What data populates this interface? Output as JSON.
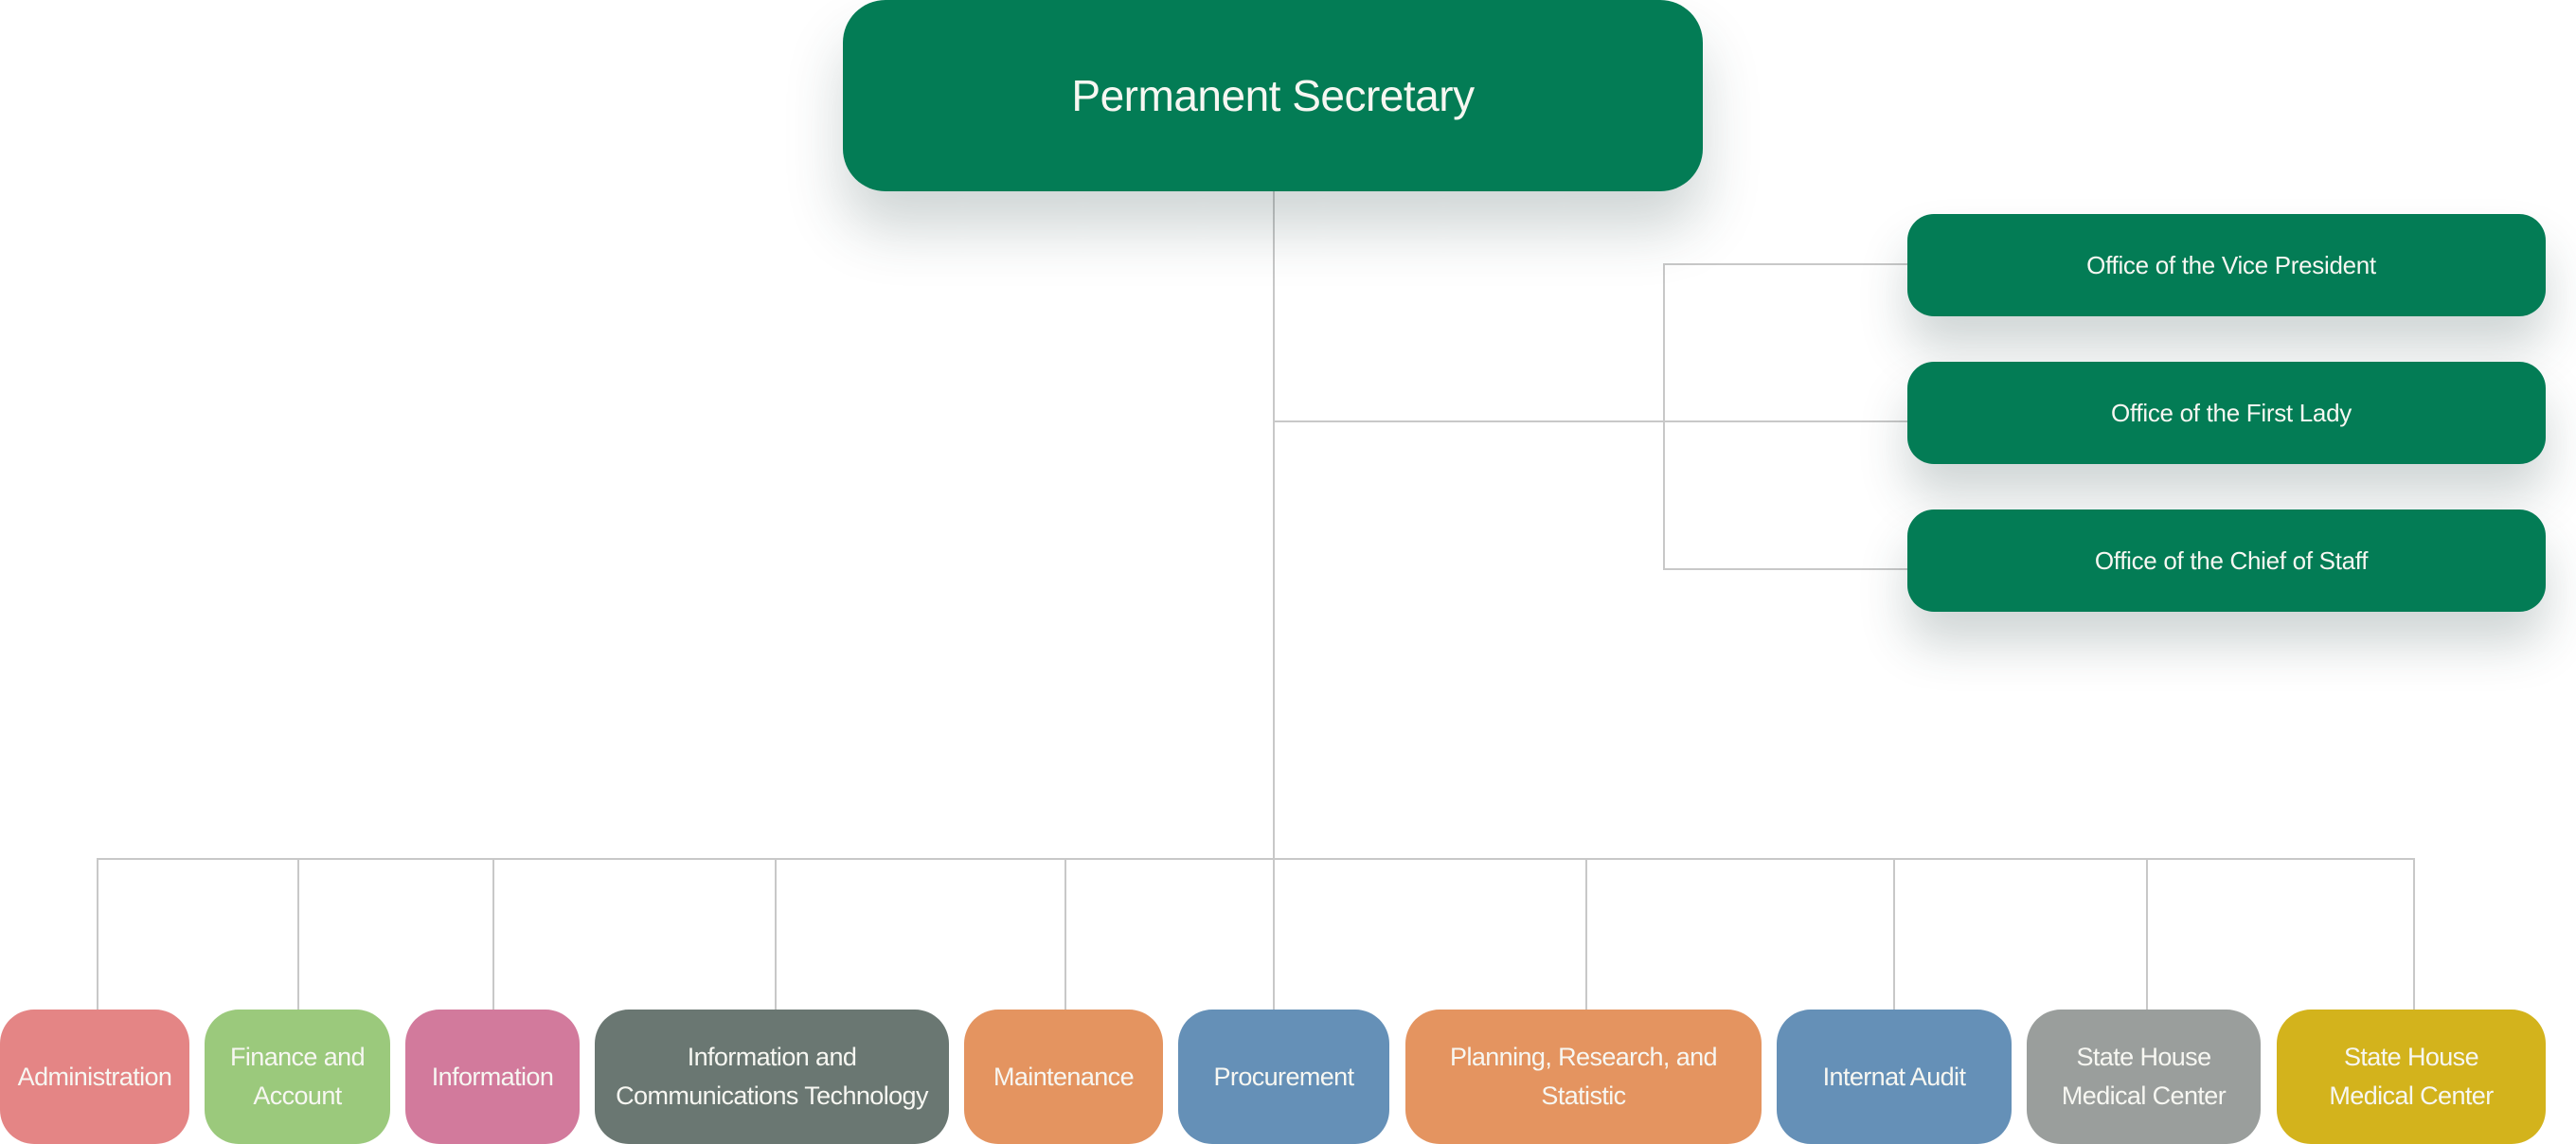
{
  "chart": {
    "root": {
      "label": "Permanent Secretary",
      "color": "#037c55"
    },
    "offices": [
      {
        "label": "Office of the Vice President",
        "color": "#037c55"
      },
      {
        "label": "Office of the First Lady",
        "color": "#037c55"
      },
      {
        "label": "Office of the Chief of Staff",
        "color": "#037c55"
      }
    ],
    "departments": [
      {
        "label": "Administration",
        "color": "#e48585"
      },
      {
        "label": "Finance and Account",
        "color": "#9bc97c"
      },
      {
        "label": "Information",
        "color": "#d27a9c"
      },
      {
        "label": "Information and Communications Technology",
        "color": "#6a7772"
      },
      {
        "label": "Maintenance",
        "color": "#e49460"
      },
      {
        "label": "Procurement",
        "color": "#6590b7"
      },
      {
        "label": "Planning, Research, and Statistic",
        "color": "#e49460"
      },
      {
        "label": "Internat Audit",
        "color": "#6590b7"
      },
      {
        "label": "State House Medical Center",
        "color": "#9a9e9c"
      },
      {
        "label": "State House Medical Center",
        "color": "#d3b31c"
      }
    ],
    "connector_color": "#c8c8c8"
  }
}
